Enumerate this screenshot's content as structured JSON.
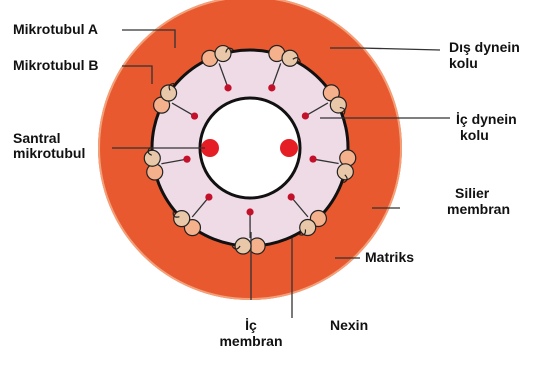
{
  "colors": {
    "outer_ring": "#e8592f",
    "outer_ring_edge": "#f3a079",
    "inner_disc": "#eedbe6",
    "membrane_line": "#111111",
    "doublet_fill": "#f5b08c",
    "doublet_center": "#e8c8a8",
    "radial_head": "#c4112b",
    "central_pair": "#e41e24",
    "leader_line": "#333333"
  },
  "labels": {
    "mikrotubul_a": "Mikrotubul A",
    "mikrotubul_b": "Mikrotubul B",
    "santral_line1": "Santral",
    "santral_line2": "mikrotubul",
    "dis_dynein_line1": "Dış dynein",
    "dis_dynein_line2": "kolu",
    "ic_dynein_line1": "İç dynein",
    "ic_dynein_line2": "kolu",
    "silier_line1": "Silier",
    "silier_line2": "membran",
    "matriks": "Matriks",
    "ic_membran_line1": "İç",
    "ic_membran_line2": "membran",
    "nexin": "Nexin"
  },
  "diagram": {
    "outer_doublet_count": 9,
    "central_pair_count": 2
  }
}
